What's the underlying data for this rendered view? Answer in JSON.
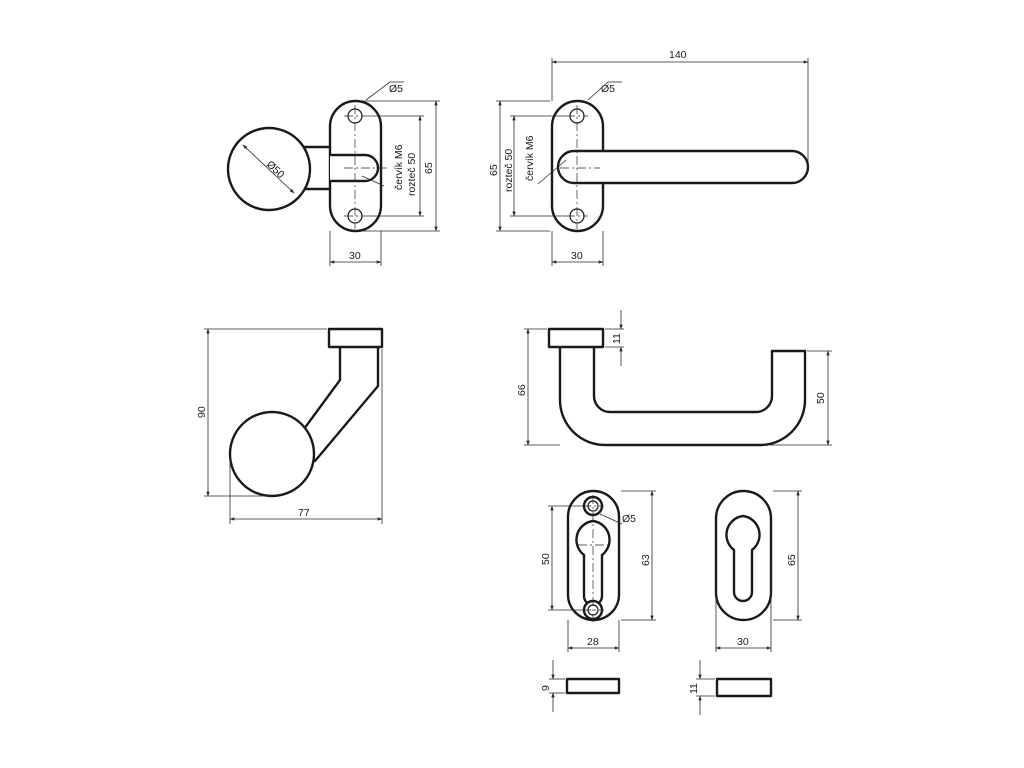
{
  "dimensions": {
    "knob_front": {
      "hole": "Ø5",
      "knob_diameter": "Ø50",
      "screw": "červík M6",
      "spacing": "rozteč 50",
      "height": "65",
      "width": "30"
    },
    "lever_front": {
      "length": "140",
      "hole": "Ø5",
      "height": "65",
      "spacing": "rozteč 50",
      "screw": "červík M6",
      "width": "30"
    },
    "knob_side": {
      "height": "90",
      "width": "77"
    },
    "lever_side": {
      "rose_thickness": "11",
      "height": "66",
      "grip_height": "50"
    },
    "escutcheon_screwed": {
      "hole": "Ø5",
      "spacing": "50",
      "height": "63",
      "width": "28"
    },
    "escutcheon_plain": {
      "height": "65",
      "width": "30"
    },
    "thickness_screwed": {
      "value": "9"
    },
    "thickness_plain": {
      "value": "11"
    }
  }
}
